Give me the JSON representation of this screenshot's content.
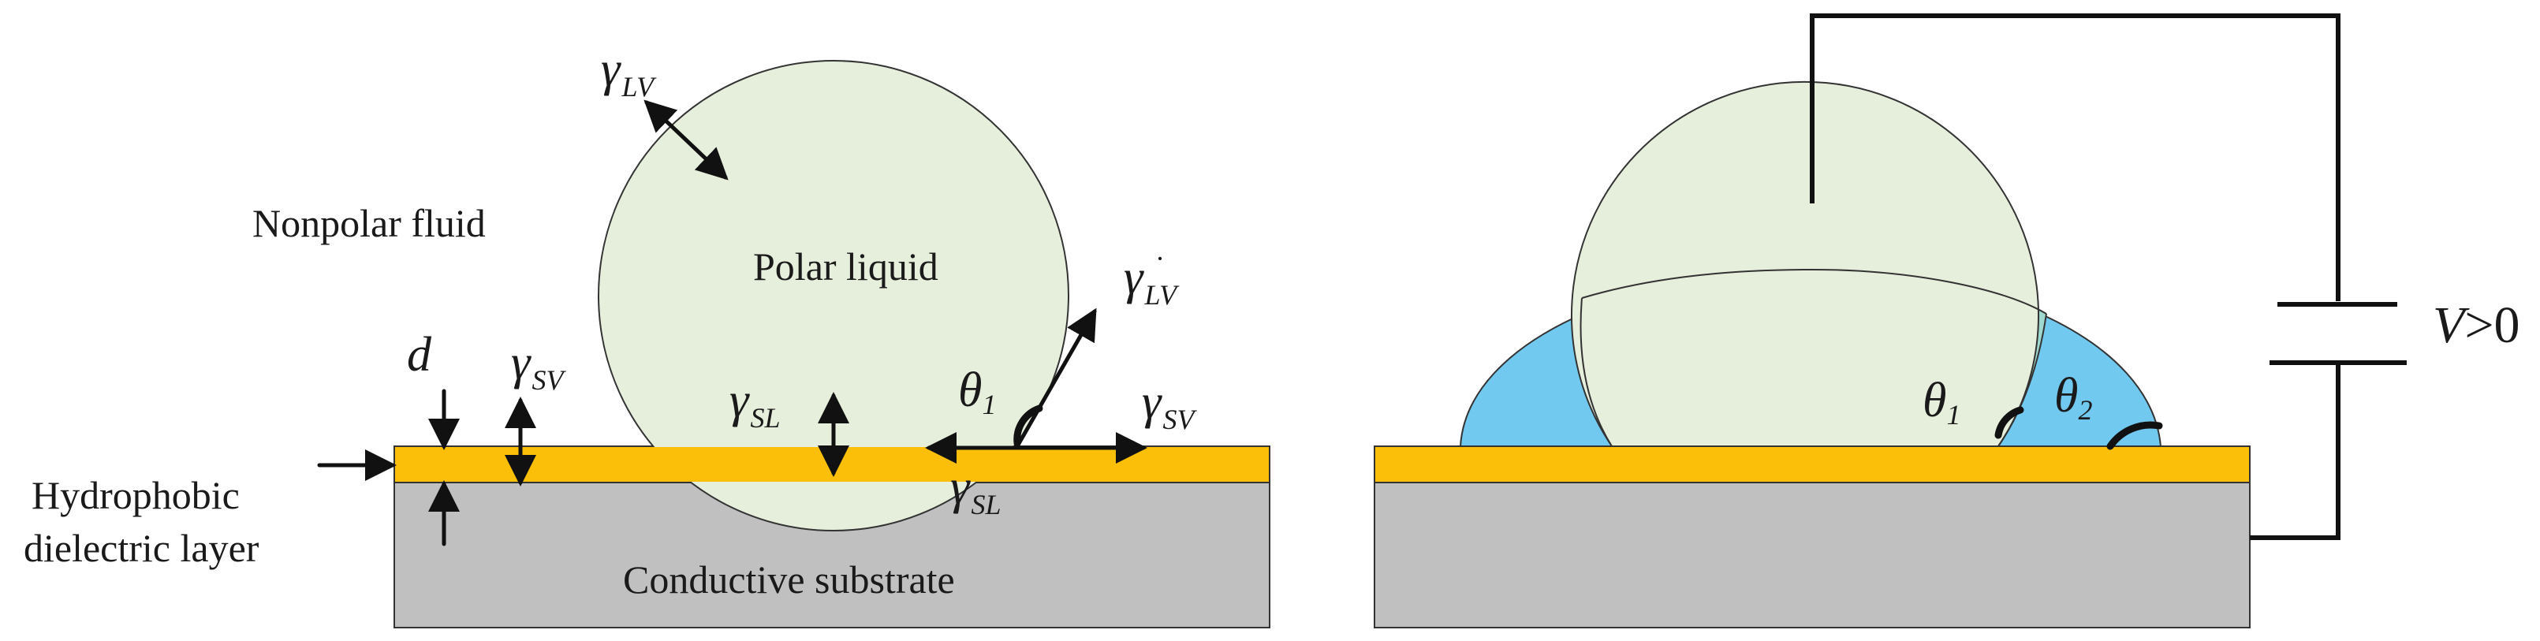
{
  "colors": {
    "polar_liquid": "#e6efdc",
    "spread_liquid": "#72c9ef",
    "overlap": "#9fd8cf",
    "dielectric": "#fbbf09",
    "substrate": "#c0c0c0",
    "outline": "#333333"
  },
  "left_panel": {
    "nonpolar_fluid": "Nonpolar fluid",
    "polar_liquid": "Polar liquid",
    "thickness": "d",
    "dielectric_line1": "Hydrophobic",
    "dielectric_line2": "dielectric layer",
    "substrate": "Conductive substrate",
    "theta": "θ",
    "theta_sub": "1",
    "gamma": "γ",
    "g_lv_top_sub": "LV",
    "g_lv_right_sub": "LV",
    "g_lv_right_mark": "·",
    "g_sv_left_sub": "SV",
    "g_sl_mid_sub": "SL",
    "g_sv_right_sub": "SV",
    "g_sl_bottom_sub": "SL"
  },
  "right_panel": {
    "theta": "θ",
    "theta1_sub": "1",
    "theta2_sub": "2",
    "voltage_v": "V",
    "voltage_cond": ">0"
  }
}
